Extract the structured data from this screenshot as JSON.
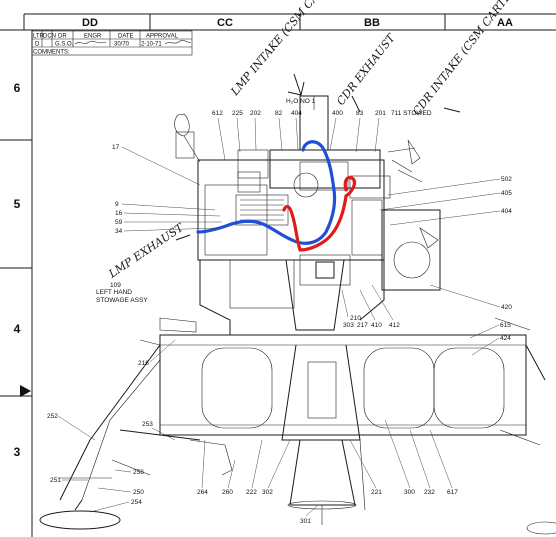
{
  "zones": [
    "DD",
    "CC",
    "BB",
    "AA"
  ],
  "rows": [
    "6",
    "5",
    "4",
    "3"
  ],
  "title_block": {
    "headers": [
      "LTR",
      "DCN",
      "DR",
      "ENGR",
      "DATE",
      "APPROVAL"
    ],
    "values": [
      "D",
      "",
      "G.S.O.",
      "",
      "30/70",
      "2-10-71"
    ],
    "comments_label": "COMMENTS:"
  },
  "handwritten": {
    "lmp_intake": "LMP INTAKE (CSM CARTRIDGE)",
    "cdr_exhaust": "CDR EXHAUST",
    "cdr_intake": "CDR INTAKE (CSM CARTRIDGE)",
    "lmp_exhaust": "LMP EXHAUST"
  },
  "labels": {
    "h2o": "H₂O NO 1",
    "stowed": "711 STOWED",
    "left_stowage": "LEFT HAND STOWAGE ASSY"
  },
  "callouts": {
    "c612": "612",
    "c225": "225",
    "c202": "202",
    "c82": "82",
    "c404top": "404",
    "c400": "400",
    "c83": "83",
    "c201": "201",
    "c17": "17",
    "c9": "9",
    "c16": "16",
    "c59": "59",
    "c34": "34",
    "c109": "109",
    "c502": "502",
    "c405": "405",
    "c404": "404",
    "c420": "420",
    "c210": "210",
    "c303": "303",
    "c217": "217",
    "c410": "410",
    "c412": "412",
    "c615": "615",
    "c424": "424",
    "c216": "216",
    "c252": "252",
    "c253": "253",
    "c251": "251",
    "c258": "258",
    "c250": "250",
    "c254": "254",
    "c264": "264",
    "c260": "260",
    "c222": "222",
    "c302": "302",
    "c301": "301",
    "c221": "221",
    "c300": "300",
    "c232": "232",
    "c617": "617"
  },
  "colors": {
    "blue_duct": "#1f4fd6",
    "red_duct": "#e01b1b",
    "line": "#1a1a1a"
  }
}
